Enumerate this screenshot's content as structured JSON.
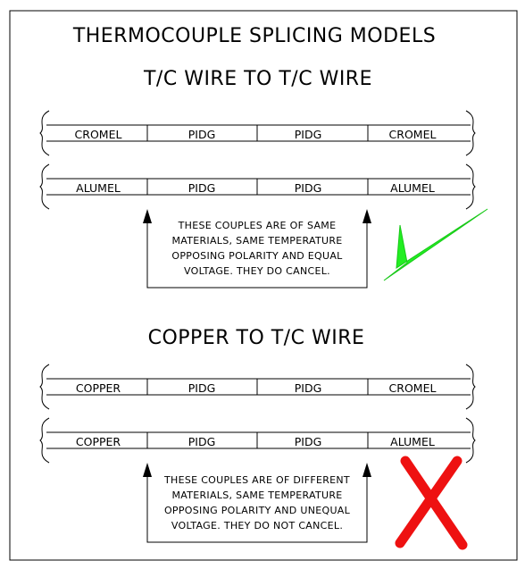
{
  "diagram": {
    "title": "THERMOCOUPLE SPLICING MODELS",
    "sections": [
      {
        "heading": "T/C WIRE TO T/C WIRE",
        "rows": [
          [
            "CROMEL",
            "PIDG",
            "PIDG",
            "CROMEL"
          ],
          [
            "ALUMEL",
            "PIDG",
            "PIDG",
            "ALUMEL"
          ]
        ],
        "note": [
          "THESE COUPLES ARE OF SAME",
          "MATERIALS, SAME TEMPERATURE",
          "OPPOSING POLARITY AND EQUAL",
          "VOLTAGE. THEY DO CANCEL."
        ],
        "verdict": "check",
        "verdict_color": "#22ee22"
      },
      {
        "heading": "COPPER TO T/C WIRE",
        "rows": [
          [
            "COPPER",
            "PIDG",
            "PIDG",
            "CROMEL"
          ],
          [
            "COPPER",
            "PIDG",
            "PIDG",
            "ALUMEL"
          ]
        ],
        "note": [
          "THESE COUPLES ARE OF DIFFERENT",
          "MATERIALS, SAME TEMPERATURE",
          "OPPOSING POLARITY AND UNEQUAL",
          "VOLTAGE. THEY DO NOT CANCEL."
        ],
        "verdict": "cross",
        "verdict_color": "#ee1111"
      }
    ]
  }
}
